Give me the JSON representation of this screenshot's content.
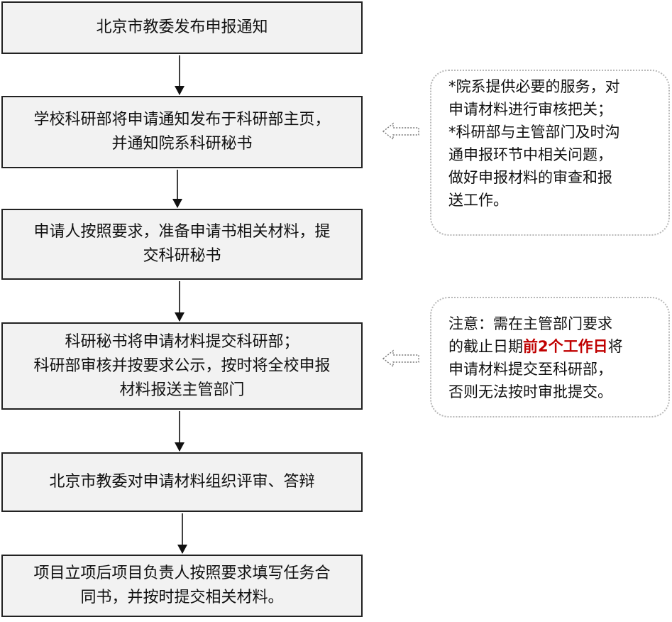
{
  "steps": [
    {
      "lines": [
        "北京市教委发布申报通知"
      ]
    },
    {
      "lines": [
        "学校科研部将申请通知发布于科研部主页，",
        "并通知院系科研秘书"
      ]
    },
    {
      "lines": [
        "申请人按照要求，准备申请书相关材料，提",
        "交科研秘书"
      ]
    },
    {
      "lines": [
        "科研秘书将申请材料提交科研部；",
        "科研部审核并按要求公示，按时将全校申报",
        "材料报送主管部门"
      ]
    },
    {
      "lines": [
        "北京市教委对申请材料组织评审、答辩"
      ]
    },
    {
      "lines": [
        "项目立项后项目负责人按照要求填写任务合",
        "同书，并按时提交相关材料。"
      ]
    }
  ],
  "notes": [
    {
      "lines": [
        "*院系提供必要的服务，对",
        "申请材料进行审核把关；",
        "*科研部与主管部门及时沟",
        "通申报环节中相关问题，",
        "做好申报材料的审查和报",
        "送工作。"
      ]
    },
    {
      "line1": "注意：需在主管部门要求",
      "line2_before": "的截止日期",
      "line2_highlight": "前2个工作日",
      "line2_after": "将",
      "line3": "申请材料提交至科研部，",
      "line4": "否则无法按时审批提交。"
    }
  ],
  "colors": {
    "box_fill": "#f2f2f2",
    "box_border": "#222222",
    "note_border": "#b8b8b8",
    "highlight": "#c00000"
  }
}
